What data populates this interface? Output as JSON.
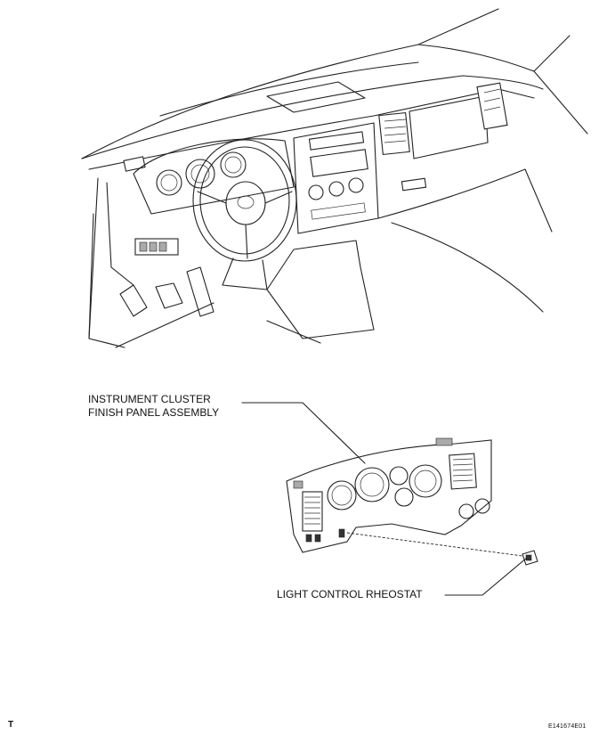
{
  "callouts": {
    "cluster_line1": "INSTRUMENT CLUSTER",
    "cluster_line2": "FINISH PANEL ASSEMBLY",
    "rheostat": "LIGHT CONTROL RHEOSTAT"
  },
  "footer": {
    "left_mark": "T",
    "figure_code": "E141674E01"
  }
}
